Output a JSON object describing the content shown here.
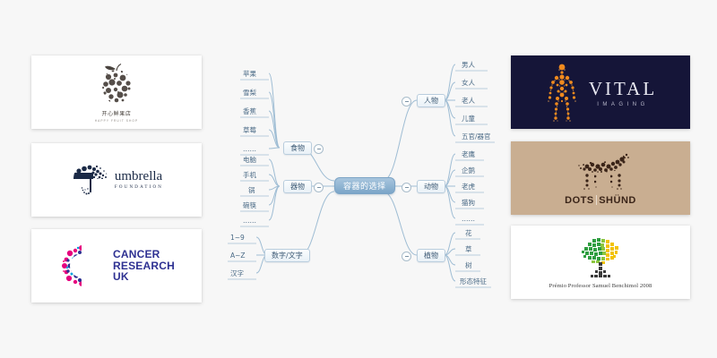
{
  "canvas": {
    "background": "#f7f7f7"
  },
  "mindmap": {
    "center": {
      "label": "容器的选择",
      "color": "#7ba5c8"
    },
    "branches": [
      {
        "id": "food",
        "label": "食物",
        "side": "left",
        "children": [
          "苹果",
          "雪梨",
          "香蕉",
          "草莓",
          "……"
        ]
      },
      {
        "id": "objects",
        "label": "器物",
        "side": "left",
        "children": [
          "电脑",
          "手机",
          "锅",
          "碗筷",
          "……"
        ]
      },
      {
        "id": "text",
        "label": "数字/文字",
        "side": "left",
        "children": [
          "1~9",
          "A~Z",
          "汉字"
        ]
      },
      {
        "id": "people",
        "label": "人物",
        "side": "right",
        "children": [
          "男人",
          "女人",
          "老人",
          "儿童",
          "五官/器官"
        ]
      },
      {
        "id": "animals",
        "label": "动物",
        "side": "right",
        "children": [
          "老鹰",
          "企鹅",
          "老虎",
          "猫狗",
          "……"
        ]
      },
      {
        "id": "plants",
        "label": "植物",
        "side": "right",
        "children": [
          "花",
          "草",
          "树",
          "形态特征"
        ]
      }
    ],
    "toggle_glyph": "minus-icon"
  },
  "cards": {
    "apple": {
      "name": "开心鲜果店",
      "subtitle": "HAPPY FRUIT SHOP",
      "icon": "apple-fruit-mosaic-logo",
      "background": "#ffffff",
      "ink": "#4a443f"
    },
    "umbrella": {
      "name": "umbrella",
      "subtitle": "FOUNDATION",
      "icon": "dotted-umbrella-logo",
      "background": "#ffffff",
      "ink": "#1b2a46"
    },
    "cruk": {
      "line1": "CANCER",
      "line2": "RESEARCH",
      "line3": "UK",
      "icon": "dotted-letter-c-logo",
      "background": "#ffffff",
      "ink": "#2e3192",
      "accents": [
        "#e6007e",
        "#2e3192",
        "#00a0df",
        "#f4006d"
      ]
    },
    "vital": {
      "name": "VITAL",
      "subtitle": "IMAGING",
      "icon": "dotted-human-body-logo",
      "background": "#151538",
      "ink": "#e9e9f2",
      "accent": "#f08a1e"
    },
    "dots": {
      "name_left": "DOTS",
      "name_right": "SHÜND",
      "icon": "dotted-dachshund-logo",
      "background": "#c9ae91",
      "ink": "#3a2418"
    },
    "tree": {
      "caption": "Prémio Professor Samuel Benchimol 2008",
      "icon": "pixel-tree-logo",
      "background": "#ffffff",
      "ink": "#3b3b3b",
      "accents": [
        "#2f9e41",
        "#f2c200",
        "#8cc63f"
      ]
    }
  }
}
